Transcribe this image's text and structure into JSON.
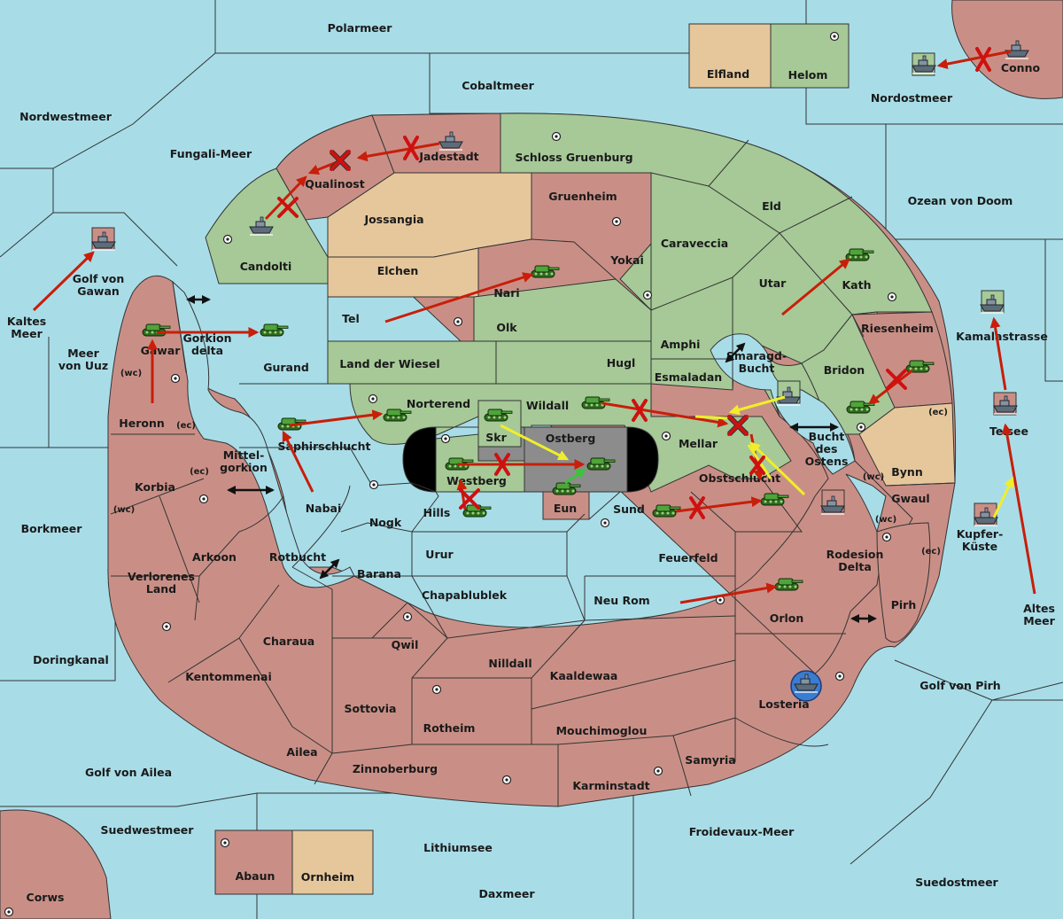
{
  "map": {
    "regions": {
      "polarmeer": "Polarmeer",
      "cobaltmeer": "Cobaltmeer",
      "nordwestmeer": "Nordwestmeer",
      "fungali": "Fungali-Meer",
      "elfland": "Elfland",
      "helom": "Helom",
      "nordostmeer": "Nordostmeer",
      "conno": "Conno",
      "ozean": "Ozean von Doom",
      "jadestadt": "Jadestadt",
      "qualinost": "Qualinost",
      "schloss": "Schloss Gruenburg",
      "gruenheim": "Gruenheim",
      "eld": "Eld",
      "jossangia": "Jossangia",
      "candolti": "Candolti",
      "elchen": "Elchen",
      "caraveccia": "Caraveccia",
      "yokai": "Yokai",
      "nari": "Nari",
      "utar": "Utar",
      "kath": "Kath",
      "golf_gawan": "Golf von\nGawan",
      "tel": "Tel",
      "olk": "Olk",
      "amphi": "Amphi",
      "riesenheim": "Riesenheim",
      "kamalastrasse": "Kamalastrasse",
      "kaltes": "Kaltes\nMeer",
      "gawar": "Gawar",
      "gorkion": "Gorkion\ndelta",
      "gurand": "Gurand",
      "wiesel": "Land der Wiesel",
      "hugl": "Hugl",
      "smaragd": "Smaragd-\nBucht",
      "bridon": "Bridon",
      "meer_uuz": "Meer\nvon Uuz",
      "esmaladan": "Esmaladan",
      "heronn": "Heronn",
      "norterend": "Norterend",
      "wildall": "Wildall",
      "teisee": "Teisee",
      "skr": "Skr",
      "ostberg": "Ostberg",
      "mellar": "Mellar",
      "saphir": "Saphirschlucht",
      "bucht_ostens": "Bucht\ndes\nOstens",
      "bynn": "Bynn",
      "mittelgorkion": "Mittel-\ngorkion",
      "westberg": "Westberg",
      "obstschlucht": "Obstschlucht",
      "korbia": "Korbia",
      "gwaul": "Gwaul",
      "nabai": "Nabai",
      "hills": "Hills",
      "eun": "Eun",
      "sund": "Sund",
      "kupferkueste": "Kupfer-\nKüste",
      "nogk": "Nogk",
      "borkmeer": "Borkmeer",
      "urur": "Urur",
      "feuerfeld": "Feuerfeld",
      "arkoon": "Arkoon",
      "rotbucht": "Rotbucht",
      "barana": "Barana",
      "rodesion": "Rodesion\nDelta",
      "pirh": "Pirh",
      "verlorenes": "Verlorenes\nLand",
      "chapablublek": "Chapablublek",
      "neu_rom": "Neu Rom",
      "altes_meer": "Altes\nMeer",
      "orlon": "Orlon",
      "charaua": "Charaua",
      "qwil": "Qwil",
      "doringkanal": "Doringkanal",
      "nilldall": "Nilldall",
      "kaaldewaa": "Kaaldewaa",
      "kentommenai": "Kentommenai",
      "golf_pirh": "Golf von Pirh",
      "losteria": "Losteria",
      "sottovia": "Sottovia",
      "rotheim": "Rotheim",
      "mouchimoglou": "Mouchimoglou",
      "ailea": "Ailea",
      "samyria": "Samyria",
      "golf_ailea": "Golf von Ailea",
      "zinnoberburg": "Zinnoberburg",
      "karminstadt": "Karminstadt",
      "suedwestmeer": "Suedwestmeer",
      "froidevaux": "Froidevaux-Meer",
      "lithiumsee": "Lithiumsee",
      "abaun": "Abaun",
      "ornheim": "Ornheim",
      "suedostmeer": "Suedostmeer",
      "daxmeer": "Daxmeer",
      "corws": "Corws"
    },
    "coast_labels": {
      "wc": "(wc)",
      "ec": "(ec)"
    },
    "colors": {
      "sea": "#a8dde8",
      "red_power": "#c98f86",
      "green_power": "#a6c997",
      "neutral": "#e6c79c",
      "impassable": "#8c8c8c",
      "order_failed": "#c81e0a",
      "support": "#f0ee2a",
      "order_success": "#3ec23a"
    },
    "unit_icons": [
      "tank-icon",
      "ship-icon"
    ]
  }
}
